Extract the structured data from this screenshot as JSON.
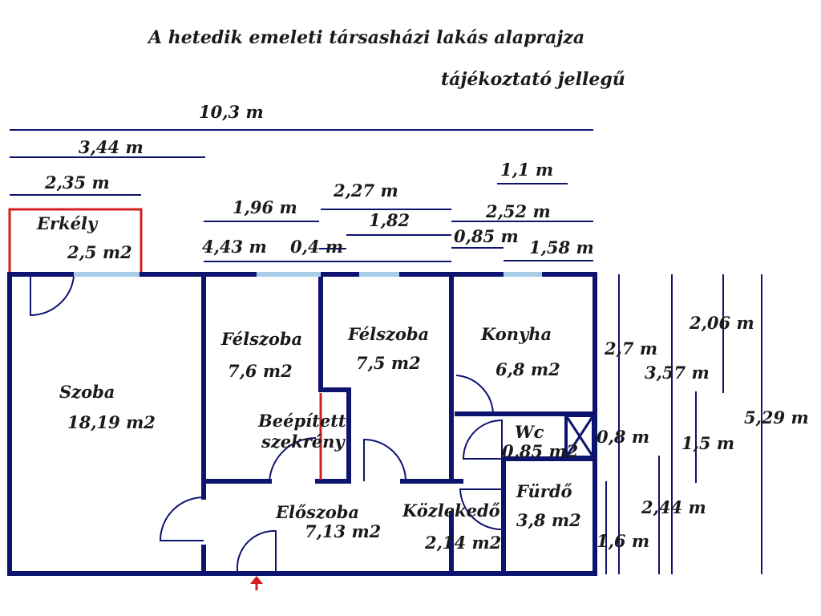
{
  "title": "A hetedik emeleti társasházi lakás alaprajza",
  "subtitle": "tájékoztató jellegű",
  "dimensions": {
    "total_width": "10,3 m",
    "d344": "3,44 m",
    "d235": "2,35 m",
    "d11": "1,1 m",
    "d227": "2,27 m",
    "d196": "1,96 m",
    "d182": "1,82",
    "d252": "2,52 m",
    "d443": "4,43 m",
    "d04": "0,4 m",
    "d085": "0,85 m",
    "d158": "1,58 m",
    "d206": "2,06 m",
    "d27": "2,7 m",
    "d357": "3,57 m",
    "d529": "5,29 m",
    "d08": "0,8 m",
    "d15": "1,5 m",
    "d244": "2,44 m",
    "d16": "1,6 m"
  },
  "rooms": {
    "erkely": {
      "name": "Erkély",
      "area": "2,5 m2"
    },
    "szoba": {
      "name": "Szoba",
      "area": "18,19 m2"
    },
    "felszoba1": {
      "name": "Félszoba",
      "area": "7,6 m2"
    },
    "felszoba2": {
      "name": "Félszoba",
      "area": "7,5 m2"
    },
    "konyha": {
      "name": "Konyha",
      "area": "6,8 m2"
    },
    "beepitett": {
      "name_line1": "Beépített",
      "name_line2": "szekrény"
    },
    "wc": {
      "name": "Wc",
      "area": "0,85 m2"
    },
    "furdo": {
      "name": "Fürdő",
      "area": "3,8 m2"
    },
    "eloszoba": {
      "name": "Előszoba",
      "area": "7,13 m2"
    },
    "kozlekedo": {
      "name": "Közlekedő",
      "area": "2,14 m2"
    }
  },
  "colors": {
    "wall": "#0d1470",
    "window": "#a9cde8",
    "balcony": "#d21f1f",
    "entrance_arrow": "#d21f1f"
  }
}
